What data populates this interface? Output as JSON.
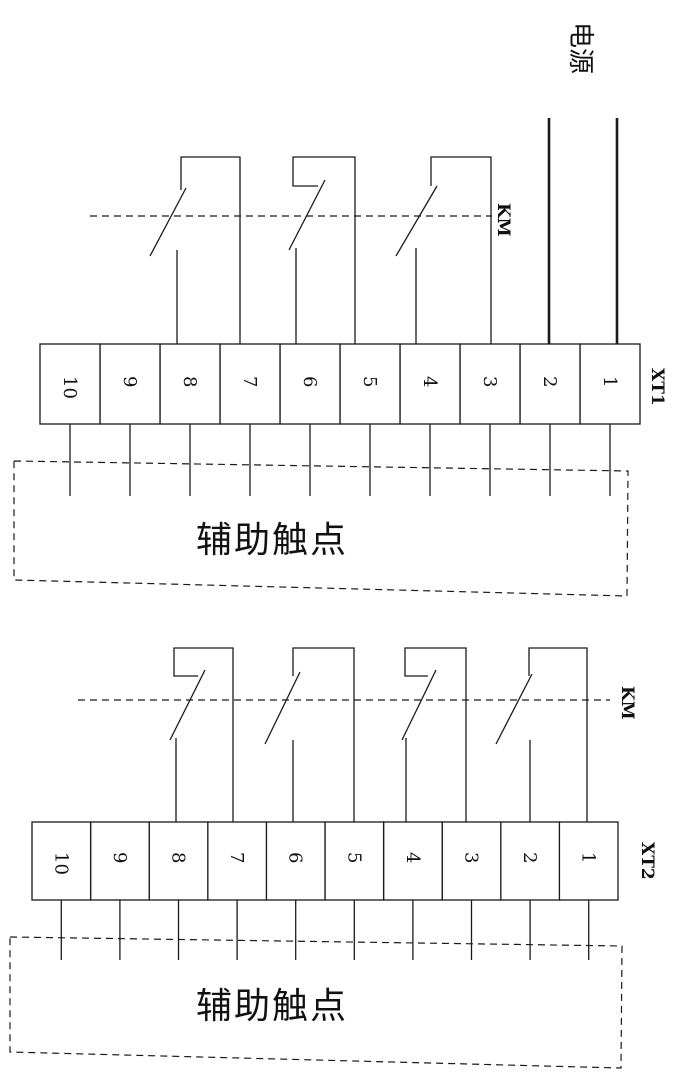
{
  "power_label": "电源",
  "panels": [
    {
      "strip_label": "XT1",
      "coil_label": "KM",
      "aux_label": "辅助触点",
      "terminals": [
        "1",
        "2",
        "3",
        "4",
        "5",
        "6",
        "7",
        "8",
        "9",
        "10"
      ]
    },
    {
      "strip_label": "XT2",
      "coil_label": "KM",
      "aux_label": "辅助触点",
      "terminals": [
        "1",
        "2",
        "3",
        "4",
        "5",
        "6",
        "7",
        "8",
        "9",
        "10"
      ]
    }
  ]
}
